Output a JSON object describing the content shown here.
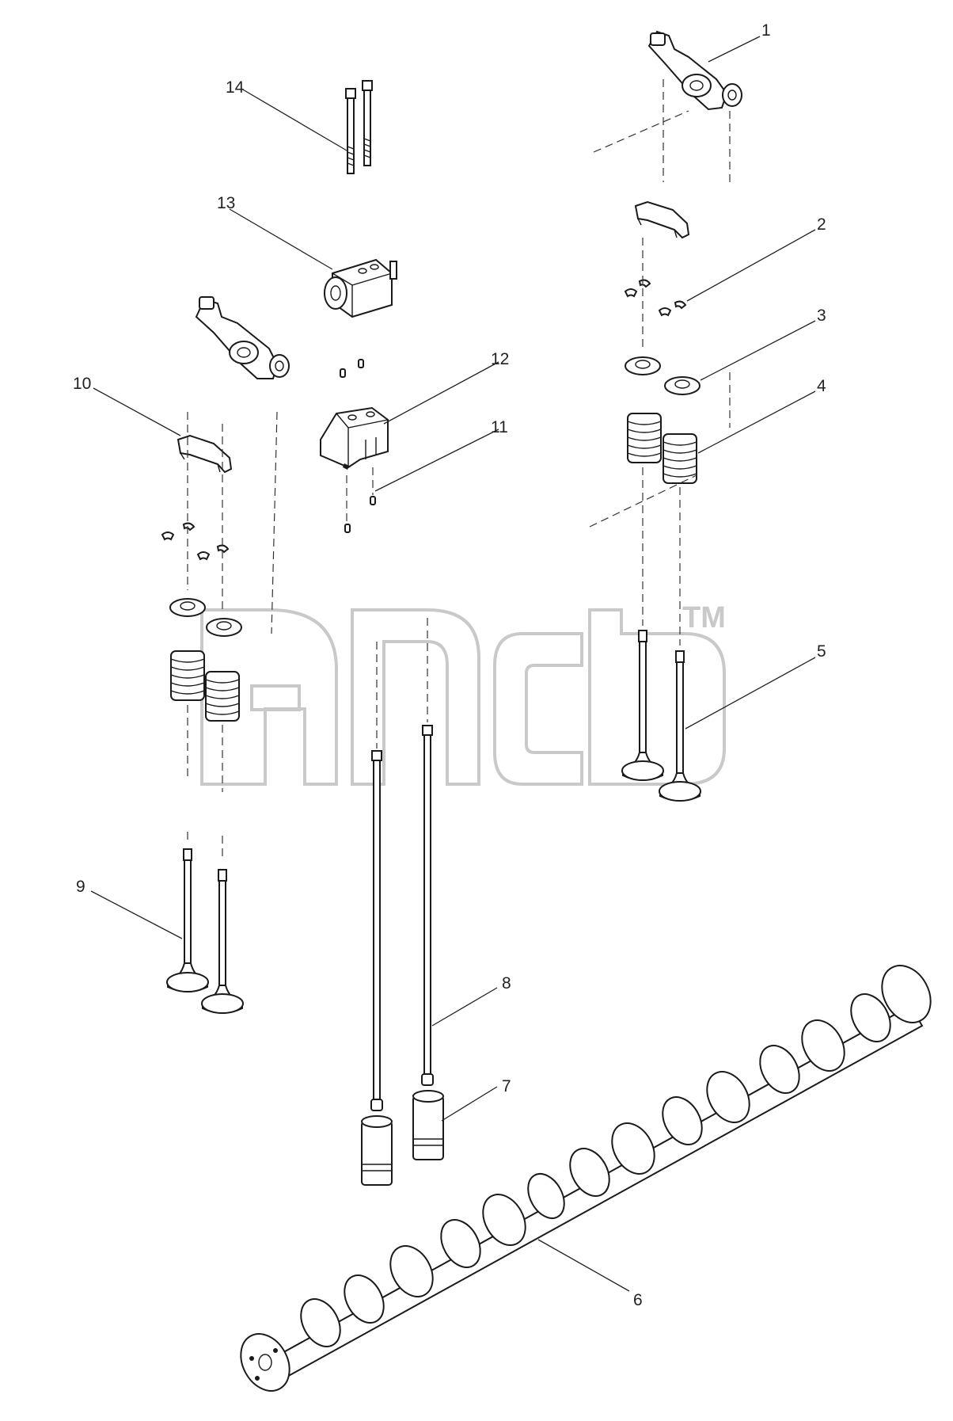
{
  "callouts": [
    {
      "id": "1",
      "label": "1"
    },
    {
      "id": "2",
      "label": "2"
    },
    {
      "id": "3",
      "label": "3"
    },
    {
      "id": "4",
      "label": "4"
    },
    {
      "id": "5",
      "label": "5"
    },
    {
      "id": "6",
      "label": "6"
    },
    {
      "id": "7",
      "label": "7"
    },
    {
      "id": "8",
      "label": "8"
    },
    {
      "id": "9",
      "label": "9"
    },
    {
      "id": "10",
      "label": "10"
    },
    {
      "id": "11",
      "label": "11"
    },
    {
      "id": "12",
      "label": "12"
    },
    {
      "id": "13",
      "label": "13"
    },
    {
      "id": "14",
      "label": "14"
    }
  ],
  "watermark": {
    "mark": "TM"
  }
}
